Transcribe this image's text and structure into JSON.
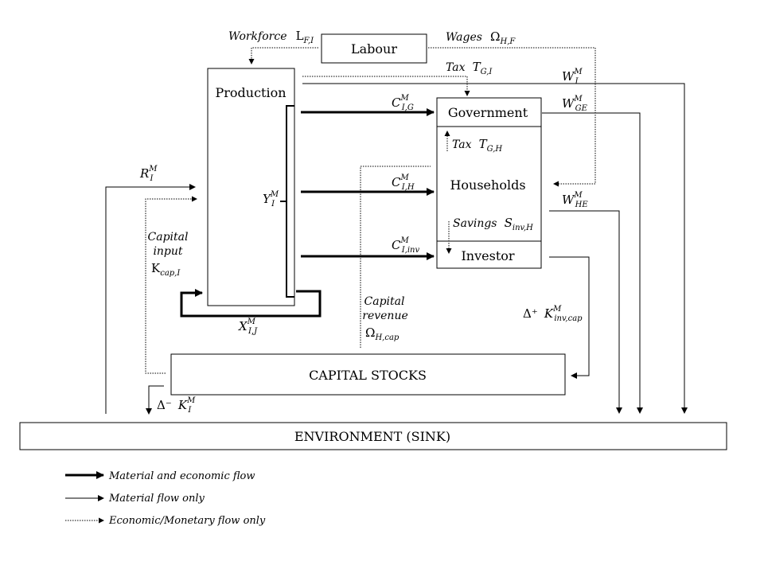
{
  "boxes": {
    "labour": "Labour",
    "production": "Production",
    "government": "Government",
    "households": "Households",
    "investor": "Investor",
    "capital_stocks": "CAPITAL STOCKS",
    "environment": "ENVIRONMENT (SINK)"
  },
  "labels": {
    "workforce": {
      "text": "Workforce",
      "symbol": "L",
      "sub": "F,I"
    },
    "wages": {
      "text": "Wages",
      "symbol": "Ω",
      "sub": "H,F"
    },
    "tax_gi": {
      "text": "Tax",
      "symbol": "T",
      "sub": "G,I"
    },
    "tax_gh": {
      "text": "Tax",
      "symbol": "T",
      "sub": "G,H"
    },
    "savings": {
      "text": "Savings",
      "symbol": "S",
      "sub": "inv,H"
    },
    "w_i": {
      "symbol": "W",
      "sup": "M",
      "sub": "I"
    },
    "w_ge": {
      "symbol": "W",
      "sup": "M",
      "sub": "GE"
    },
    "w_he": {
      "symbol": "W",
      "sup": "M",
      "sub": "HE"
    },
    "c_ig": {
      "symbol": "C",
      "sup": "M",
      "sub": "I,G"
    },
    "c_ih": {
      "symbol": "C",
      "sup": "M",
      "sub": "I,H"
    },
    "c_iinv": {
      "symbol": "C",
      "sup": "M",
      "sub": "I,inv"
    },
    "r_i": {
      "symbol": "R",
      "sup": "M",
      "sub": "I"
    },
    "y_i": {
      "symbol": "Y",
      "sup": "M",
      "sub": "I"
    },
    "x_ij": {
      "symbol": "X",
      "sup": "M",
      "sub": "I,J"
    },
    "capital_input": {
      "line1": "Capital",
      "line2": "input",
      "symbol": "K",
      "sub": "cap,I"
    },
    "capital_revenue": {
      "line1": "Capital",
      "line2": "revenue",
      "symbol": "Ω",
      "sub": "H,cap"
    },
    "delta_plus": {
      "prefix": "Δ⁺",
      "symbol": "K",
      "sup": "M",
      "sub": "inv,cap"
    },
    "delta_minus": {
      "prefix": "Δ⁻",
      "symbol": "K",
      "sup": "M",
      "sub": "I"
    }
  },
  "legend": [
    {
      "label": "Material and economic flow",
      "style": "thick"
    },
    {
      "label": "Material flow only",
      "style": "thin"
    },
    {
      "label": "Economic/Monetary flow only",
      "style": "dotted"
    }
  ]
}
